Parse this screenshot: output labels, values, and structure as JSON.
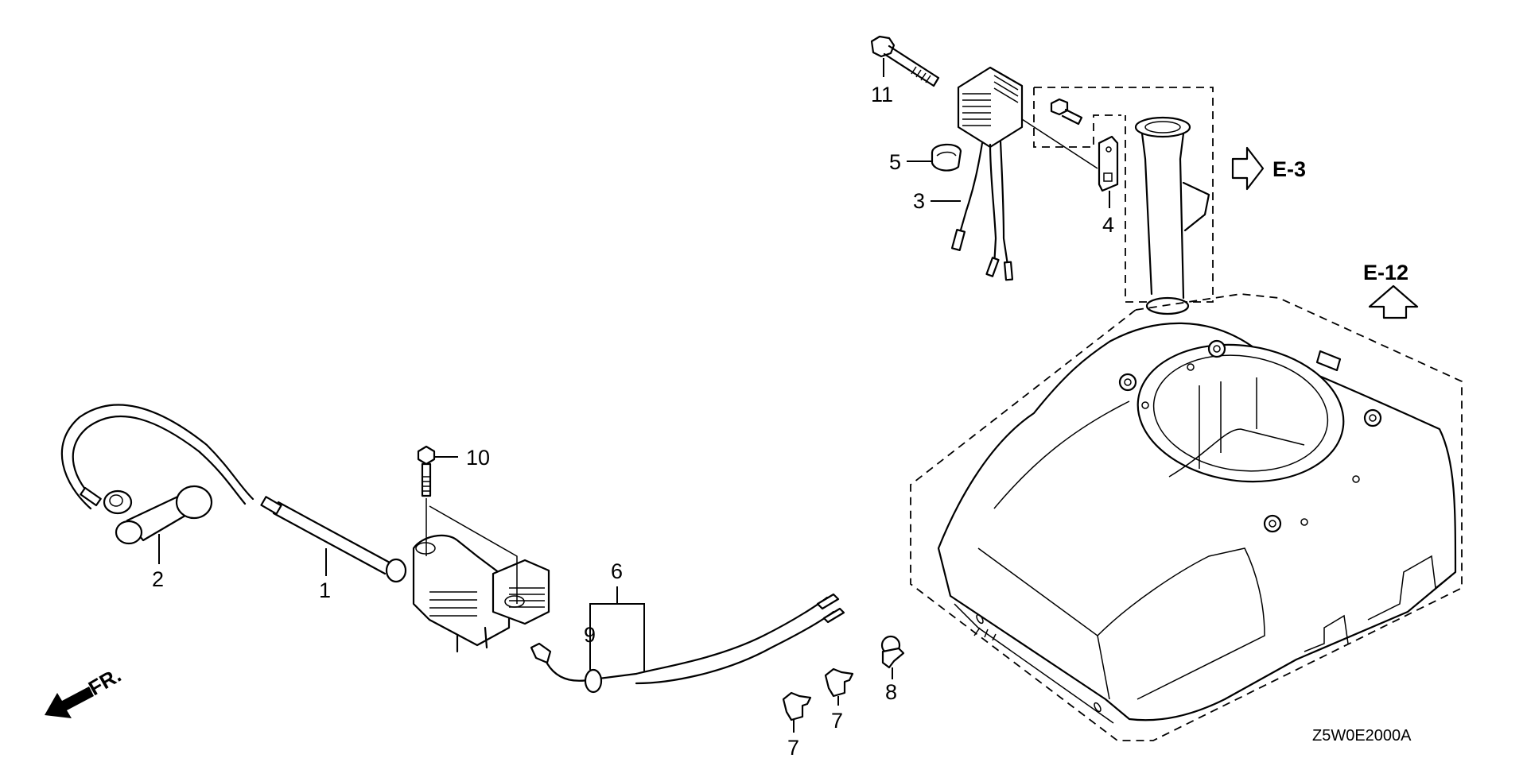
{
  "diagram": {
    "type": "exploded-parts-diagram",
    "subject": "Ignition coil, regulator and fan cover",
    "code": "Z5W0E2000A",
    "direction_indicator": "FR.",
    "cross_references": [
      {
        "label": "E-3",
        "direction": "right"
      },
      {
        "label": "E-12",
        "direction": "up"
      }
    ],
    "callouts": [
      {
        "number": "1",
        "part": "ignition-coil"
      },
      {
        "number": "2",
        "part": "spark-plug-cap"
      },
      {
        "number": "3",
        "part": "regulator-rectifier"
      },
      {
        "number": "4",
        "part": "bracket-plate"
      },
      {
        "number": "5",
        "part": "wire-clamp"
      },
      {
        "number": "6",
        "part": "stop-switch-wire"
      },
      {
        "number": "9",
        "part": "grommet"
      },
      {
        "number": "7",
        "part": "wire-clip-a"
      },
      {
        "number": "7",
        "part": "wire-clip-b"
      },
      {
        "number": "8",
        "part": "wire-clip-c"
      },
      {
        "number": "10",
        "part": "flange-bolt-coil"
      },
      {
        "number": "11",
        "part": "flange-bolt-regulator"
      }
    ]
  }
}
